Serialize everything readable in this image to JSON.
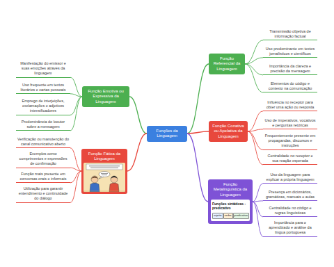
{
  "diagram": {
    "nodes": [
      {
        "text": [
          "Funções da Linguagem"
        ]
      },
      {
        "text": [
          "Função Emotiva ou Expressiva da Linguagem"
        ]
      },
      {
        "text": [
          "Manifestação do emissor e suas emoções através da linguagem"
        ]
      },
      {
        "text": [
          "Uso frequente em textos literários e cartas pessoais"
        ]
      },
      {
        "text": [
          "Emprego de interjeições, exclamações e adjetivos intensificadores"
        ]
      },
      {
        "text": [
          "Predominância do locutor sobre a mensagem"
        ]
      },
      {
        "text": [
          "Função Fática da Linguagem"
        ]
      },
      {
        "text": [
          "Verificação ou manutenção do canal comunicativo aberto"
        ]
      },
      {
        "text": [
          "Exemplos como cumprimentos e expressões de confirmação"
        ]
      },
      {
        "text": [
          "Função mais presente em conversas orais e informais"
        ]
      },
      {
        "text": [
          "Utilização para garantir entendimento e continuidade do diálogo"
        ]
      },
      {
        "text": [
          "Função Referencial da Linguagem"
        ]
      },
      {
        "text": [
          "Transmissão objetiva de informação factual"
        ]
      },
      {
        "text": [
          "Uso predominante em textos jornalísticos e científicos"
        ]
      },
      {
        "text": [
          "Importância da clareza e precisão da mensagem"
        ]
      },
      {
        "text": [
          "Elementos do código e contexto na comunicação"
        ]
      },
      {
        "text": [
          "Função Conativa ou Apelativa da Linguagem"
        ]
      },
      {
        "text": [
          "Influência no receptor para obter uma ação ou resposta"
        ]
      },
      {
        "text": [
          "Uso de imperativos, vocativos e perguntas retóricas"
        ]
      },
      {
        "text": [
          "Frequentemente presente em propagandas, discursos e instruções"
        ]
      },
      {
        "text": [
          "Centralidade no receptor e sua reação esperada"
        ]
      },
      {
        "text": [
          "Função Metalinguística da Linguagem"
        ]
      },
      {
        "text": [
          "Uso da linguagem para explicar a própria linguagem"
        ]
      },
      {
        "text": [
          "Presença em dicionários, gramáticas, manuais e aulas"
        ]
      },
      {
        "text": [
          "Centralidade no código e regras linguísticas"
        ]
      },
      {
        "text": [
          "Importância para o aprendizado e análise da língua portuguesa"
        ]
      }
    ],
    "edges": [
      {
        "from": 0,
        "to": 1,
        "arrow": "none"
      },
      {
        "from": 1,
        "to": 2,
        "arrow": "none"
      },
      {
        "from": 1,
        "to": 3,
        "arrow": "none"
      },
      {
        "from": 1,
        "to": 4,
        "arrow": "none"
      },
      {
        "from": 1,
        "to": 5,
        "arrow": "none"
      },
      {
        "from": 0,
        "to": 6,
        "arrow": "none"
      },
      {
        "from": 6,
        "to": 7,
        "arrow": "none"
      },
      {
        "from": 6,
        "to": 8,
        "arrow": "none"
      },
      {
        "from": 6,
        "to": 9,
        "arrow": "none"
      },
      {
        "from": 6,
        "to": 10,
        "arrow": "none"
      },
      {
        "from": 0,
        "to": 11,
        "arrow": "none"
      },
      {
        "from": 11,
        "to": 12,
        "arrow": "none"
      },
      {
        "from": 11,
        "to": 13,
        "arrow": "none"
      },
      {
        "from": 11,
        "to": 14,
        "arrow": "none"
      },
      {
        "from": 11,
        "to": 15,
        "arrow": "none"
      },
      {
        "from": 0,
        "to": 16,
        "arrow": "none"
      },
      {
        "from": 16,
        "to": 17,
        "arrow": "none"
      },
      {
        "from": 16,
        "to": 18,
        "arrow": "none"
      },
      {
        "from": 16,
        "to": 19,
        "arrow": "none"
      },
      {
        "from": 16,
        "to": 20,
        "arrow": "none"
      },
      {
        "from": 0,
        "to": 21,
        "arrow": "none"
      },
      {
        "from": 21,
        "to": 22,
        "arrow": "none"
      },
      {
        "from": 21,
        "to": 23,
        "arrow": "none"
      },
      {
        "from": 21,
        "to": 24,
        "arrow": "none"
      },
      {
        "from": 21,
        "to": 25,
        "arrow": "none"
      }
    ],
    "labels": [
      "Funções sintáticas - predicativo",
      "sujeito",
      "verbo",
      "predicativo"
    ]
  }
}
